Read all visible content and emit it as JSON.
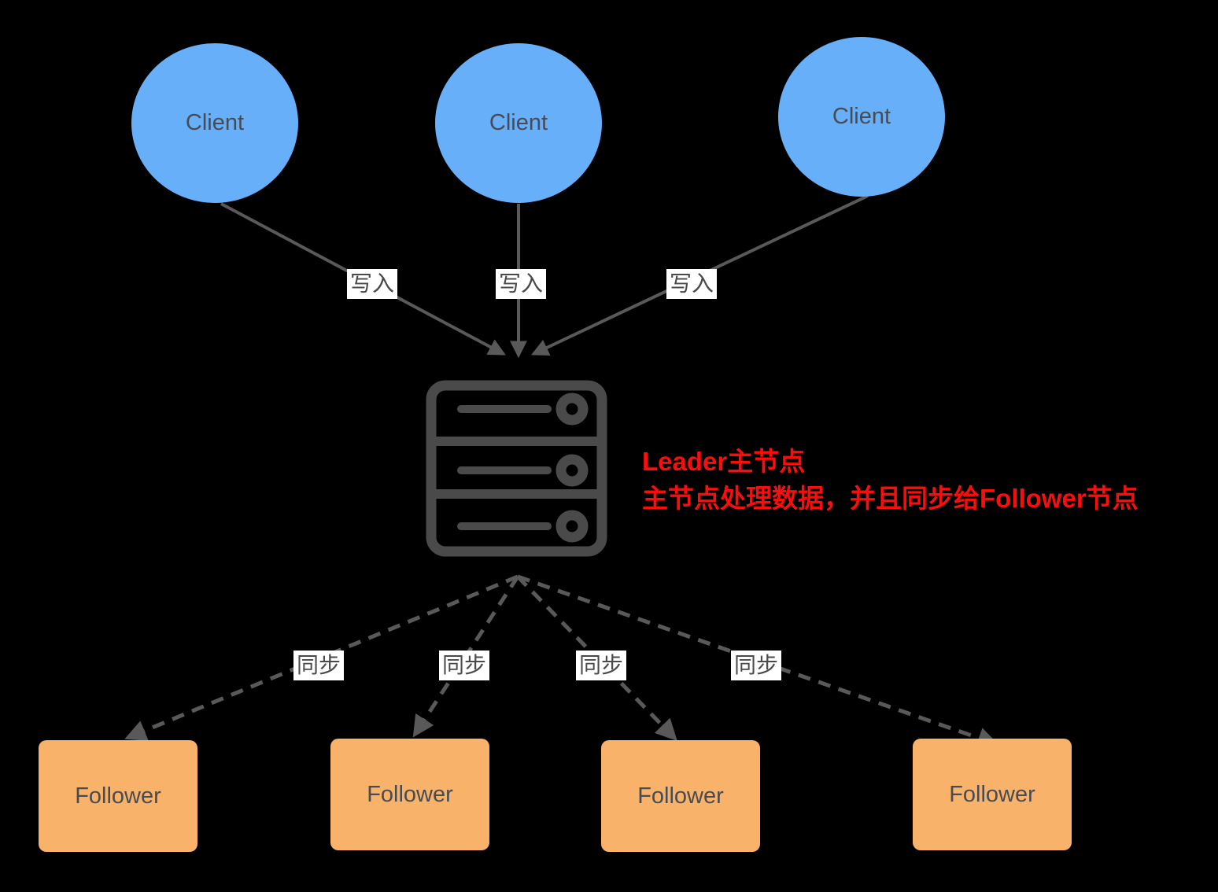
{
  "diagram": {
    "title": "Leader-Follower replication diagram",
    "clients": [
      {
        "label": "Client"
      },
      {
        "label": "Client"
      },
      {
        "label": "Client"
      }
    ],
    "write_edges": [
      {
        "label": "写入"
      },
      {
        "label": "写入"
      },
      {
        "label": "写入"
      }
    ],
    "leader_server": {
      "icon": "server-rack-icon",
      "note_line1": "Leader主节点",
      "note_line2": "主节点处理数据，并且同步给Follower节点"
    },
    "sync_edges": [
      {
        "label": "同步"
      },
      {
        "label": "同步"
      },
      {
        "label": "同步"
      },
      {
        "label": "同步"
      }
    ],
    "followers": [
      {
        "label": "Follower"
      },
      {
        "label": "Follower"
      },
      {
        "label": "Follower"
      },
      {
        "label": "Follower"
      }
    ],
    "colors": {
      "background": "#000000",
      "client_fill": "#67AFF9",
      "follower_fill": "#F9B269",
      "edge_gray": "#595959",
      "icon_gray": "#4A4A4A",
      "note_red": "#F90D0D",
      "node_text": "#484B52",
      "edge_label_bg": "#FFFFFF",
      "edge_label_text": "#4A4A4A"
    }
  }
}
